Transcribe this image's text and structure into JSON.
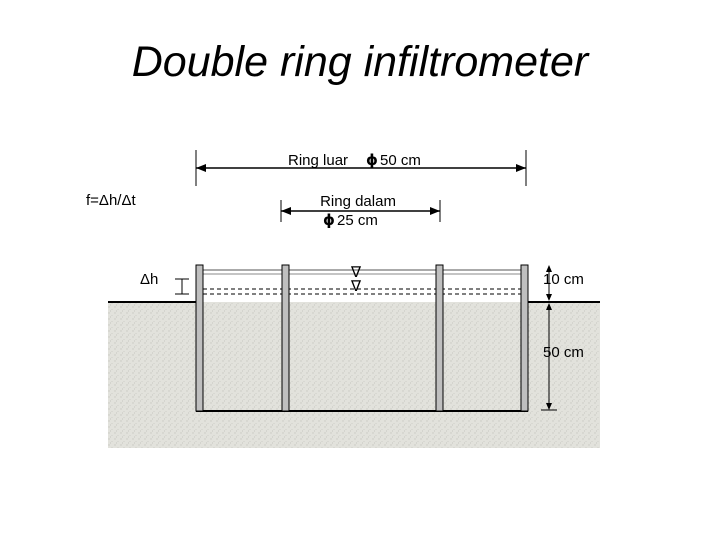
{
  "title": "Double ring infiltrometer",
  "formula": "f=Δh/Δt",
  "outer_ring": {
    "label": "Ring luar",
    "diameter_symbol": "ϕ",
    "diameter": "50 cm"
  },
  "inner_ring": {
    "label": "Ring dalam",
    "diameter_symbol": "ϕ",
    "diameter": "25 cm"
  },
  "delta_h_label": "Δh",
  "above_ground_label": "10 cm",
  "below_ground_label": "50 cm",
  "water_level_symbol": "∇",
  "colors": {
    "soil": "#dcdcd6",
    "ring": "#bfbfbf",
    "water_line": "#000000"
  }
}
